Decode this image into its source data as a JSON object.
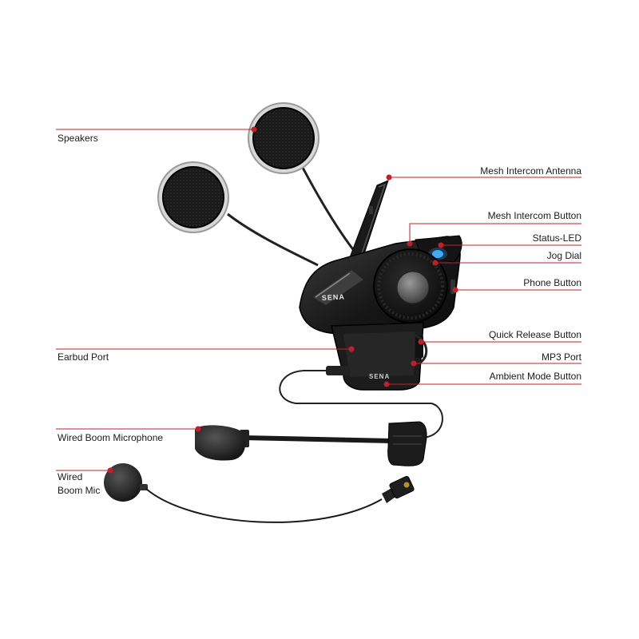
{
  "brand": "SENA",
  "accent_color": "#c41e2a",
  "labels": {
    "speakers": "Speakers",
    "mesh_intercom_antenna": "Mesh Intercom Antenna",
    "mesh_intercom_button": "Mesh Intercom Button",
    "status_led": "Status-LED",
    "jog_dial": "Jog Dial",
    "phone_button": "Phone Button",
    "quick_release_button": "Quick Release Button",
    "earbud_port": "Earbud Port",
    "mp3_port": "MP3 Port",
    "ambient_mode_button": "Ambient Mode Button",
    "wired_boom_microphone": "Wired Boom Microphone",
    "wired_boom_mic_line1": "Wired",
    "wired_boom_mic_line2": "Boom Mic"
  }
}
